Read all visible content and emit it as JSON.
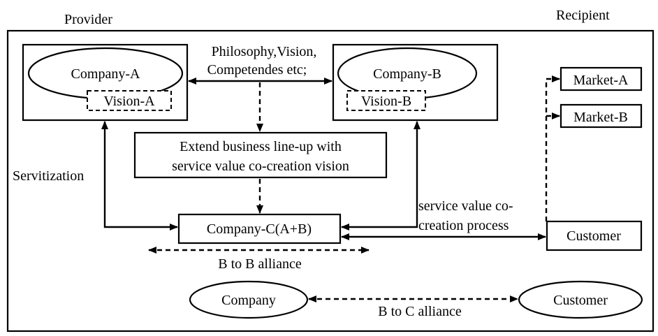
{
  "labels": {
    "provider": "Provider",
    "recipient": "Recipient",
    "company_a": "Company-A",
    "vision_a": "Vision-A",
    "company_b": "Company-B",
    "vision_b": "Vision-B",
    "philosophy_line1": "Philosophy,Vision,",
    "philosophy_line2": "Competendes etc;",
    "extend_line1": "Extend business line-up with",
    "extend_line2": "service value co-creation vision",
    "servitization": "Servitization",
    "company_c": "Company-C(A+B)",
    "b2b_alliance": "B to B alliance",
    "svc_line1": "service value co-",
    "svc_line2": "creation process",
    "market_a": "Market-A",
    "market_b": "Market-B",
    "customer_box": "Customer",
    "company_ellipse": "Company",
    "customer_ellipse": "Customer",
    "b2c_alliance": "B to C alliance"
  }
}
